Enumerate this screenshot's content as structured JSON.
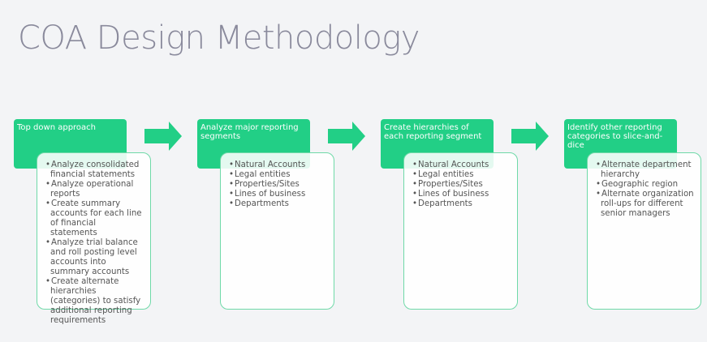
{
  "title": "COA Design Methodology",
  "accent_color": "#22cf86",
  "steps": [
    {
      "heading": "Top down approach",
      "items": [
        "Analyze consolidated financial statements",
        "Analyze operational reports",
        "Create summary accounts for each line of financial statements",
        "Analyze trial balance and roll posting level accounts into summary accounts",
        "Create alternate hierarchies (categories) to satisfy additional reporting requirements"
      ]
    },
    {
      "heading": "Analyze major reporting segments",
      "items": [
        "Natural Accounts",
        "Legal entities",
        "Properties/Sites",
        "Lines of business",
        "Departments"
      ]
    },
    {
      "heading": "Create hierarchies of each reporting segment",
      "items": [
        "Natural Accounts",
        "Legal entities",
        "Properties/Sites",
        "Lines of business",
        "Departments"
      ]
    },
    {
      "heading": "Identify other reporting categories to slice-and-dice",
      "items": [
        "Alternate department hierarchy",
        "Geographic region",
        "Alternate organization roll-ups for different senior managers"
      ]
    }
  ]
}
